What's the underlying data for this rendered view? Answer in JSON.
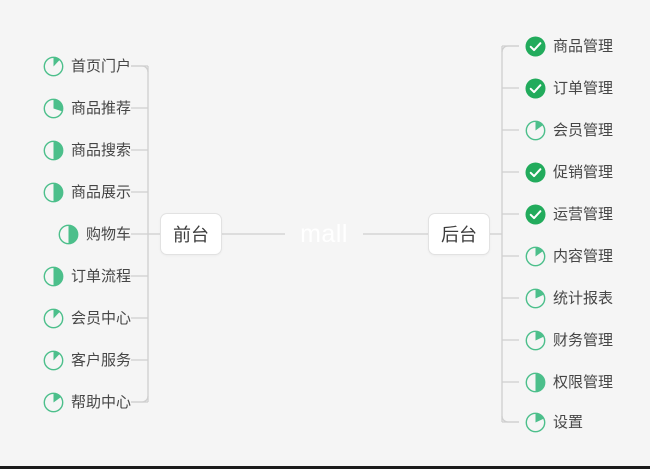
{
  "diagram": {
    "type": "mind-map",
    "title": "mall",
    "background_color": "#f5f5f5",
    "accent_color": "#4CBF8B",
    "done_color": "#22ab5c",
    "text_color": "#464646",
    "root": {
      "label": "mall",
      "fill": "#4CBF8B",
      "text_color": "#ffffff"
    },
    "branches": [
      {
        "id": "front",
        "label": "前台",
        "side": "left",
        "items": [
          {
            "label": "首页门户",
            "icon": "pie-progress-icon",
            "progress": 12,
            "state": "in-progress"
          },
          {
            "label": "商品推荐",
            "icon": "pie-progress-icon",
            "progress": 30,
            "state": "in-progress"
          },
          {
            "label": "商品搜索",
            "icon": "pie-progress-icon",
            "progress": 50,
            "state": "in-progress"
          },
          {
            "label": "商品展示",
            "icon": "pie-progress-icon",
            "progress": 50,
            "state": "in-progress"
          },
          {
            "label": "购物车",
            "icon": "pie-progress-icon",
            "progress": 50,
            "state": "in-progress"
          },
          {
            "label": "订单流程",
            "icon": "pie-progress-icon",
            "progress": 50,
            "state": "in-progress"
          },
          {
            "label": "会员中心",
            "icon": "pie-progress-icon",
            "progress": 12,
            "state": "in-progress"
          },
          {
            "label": "客户服务",
            "icon": "pie-progress-icon",
            "progress": 12,
            "state": "in-progress"
          },
          {
            "label": "帮助中心",
            "icon": "pie-progress-icon",
            "progress": 15,
            "state": "in-progress"
          }
        ]
      },
      {
        "id": "back",
        "label": "后台",
        "side": "right",
        "items": [
          {
            "label": "商品管理",
            "icon": "check-circle-icon",
            "progress": 100,
            "state": "done"
          },
          {
            "label": "订单管理",
            "icon": "check-circle-icon",
            "progress": 100,
            "state": "done"
          },
          {
            "label": "会员管理",
            "icon": "pie-progress-icon",
            "progress": 15,
            "state": "in-progress"
          },
          {
            "label": "促销管理",
            "icon": "check-circle-icon",
            "progress": 100,
            "state": "done"
          },
          {
            "label": "运营管理",
            "icon": "check-circle-icon",
            "progress": 100,
            "state": "done"
          },
          {
            "label": "内容管理",
            "icon": "pie-progress-icon",
            "progress": 15,
            "state": "in-progress"
          },
          {
            "label": "统计报表",
            "icon": "pie-progress-icon",
            "progress": 18,
            "state": "in-progress"
          },
          {
            "label": "财务管理",
            "icon": "pie-progress-icon",
            "progress": 18,
            "state": "in-progress"
          },
          {
            "label": "权限管理",
            "icon": "pie-progress-icon",
            "progress": 50,
            "state": "in-progress"
          },
          {
            "label": "设置",
            "icon": "pie-progress-icon",
            "progress": 18,
            "state": "in-progress"
          }
        ]
      }
    ]
  }
}
